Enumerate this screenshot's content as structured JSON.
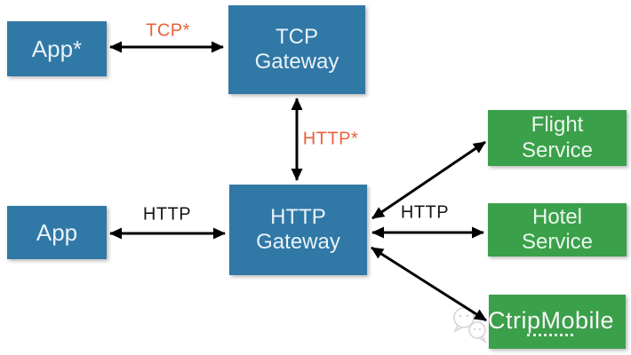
{
  "colors": {
    "node_blue": "#3078A6",
    "node_green": "#3AA04A",
    "label_orange": "#E8613B",
    "arrow_black": "#000000",
    "watermark_gray": "#CFCFCF",
    "background": "#FFFFFF"
  },
  "nodes": {
    "app_star": {
      "label": "App*"
    },
    "tcp_gateway": {
      "line1": "TCP",
      "line2": "Gateway"
    },
    "app": {
      "label": "App"
    },
    "http_gateway": {
      "line1": "HTTP",
      "line2": "Gateway"
    },
    "flight_service": {
      "line1": "Flight",
      "line2": "Service"
    },
    "hotel_service": {
      "line1": "Hotel",
      "line2": "Service"
    }
  },
  "edge_labels": {
    "app_star_to_tcp_gateway": "TCP*",
    "tcp_gateway_to_http_gateway": "HTTP*",
    "app_to_http_gateway": "HTTP",
    "http_gateway_to_services": "HTTP"
  },
  "watermark": {
    "text": "CtripMobile",
    "icon": "chat-bubbles-icon"
  }
}
